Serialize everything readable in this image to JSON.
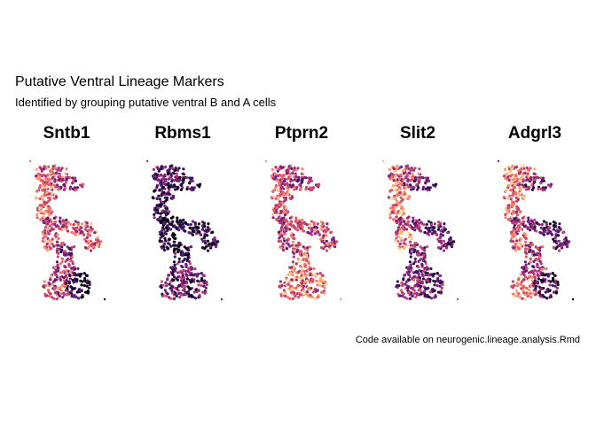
{
  "chart_data": [
    {
      "type": "scatter",
      "title": "Putative Ventral Lineage Markers",
      "subtitle": "Identified by grouping putative ventral B and A cells",
      "caption": "Code available on neurogenic.lineage.analysis.Rmd",
      "color_scale": "magma",
      "color_scale_colors": [
        "#000004",
        "#2c115f",
        "#721f81",
        "#b73779",
        "#f1605d",
        "#feb078",
        "#fcfdbf"
      ],
      "legend": "none",
      "axes": "none",
      "grid": false,
      "panels": [
        {
          "gene": "Sntb1",
          "high_region": "lower-right lobe dark; upper stem and left arm bright"
        },
        {
          "gene": "Rbms1",
          "high_region": "mostly dark; moderate in lower lobe"
        },
        {
          "gene": "Ptprn2",
          "high_region": "broadly bright; lower lobe and stem pink-orange"
        },
        {
          "gene": "Slit2",
          "high_region": "upper stem and left arm bright orange; right arm dark"
        },
        {
          "gene": "Adgrl3",
          "high_region": "upper-left and lower-left bright; right side dark"
        }
      ]
    }
  ]
}
